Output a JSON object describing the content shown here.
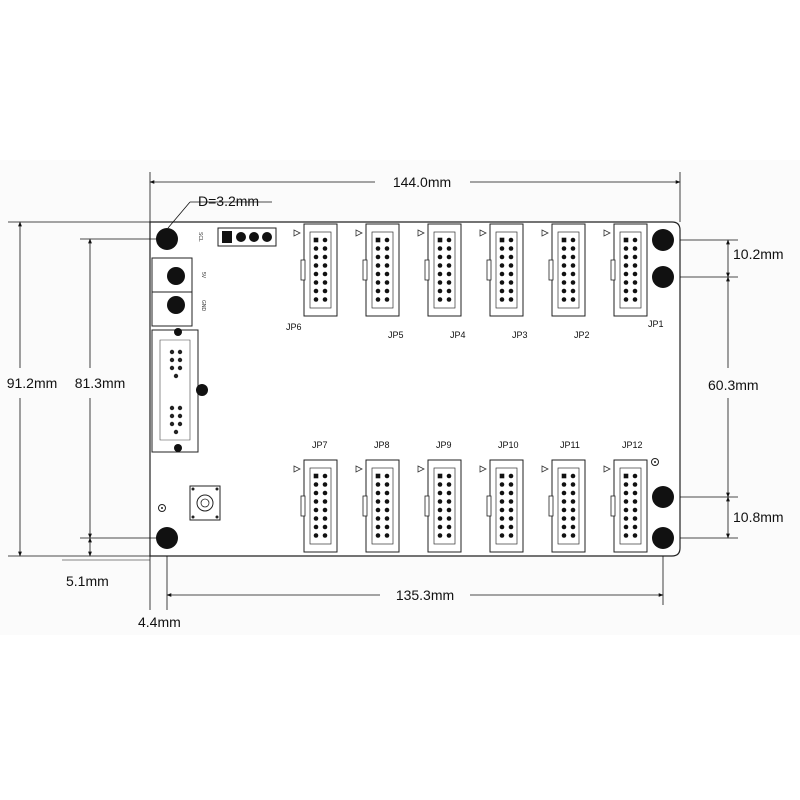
{
  "dimensions": {
    "width_total": "144.0mm",
    "hole_diameter": "D=3.2mm",
    "height_total": "91.2mm",
    "hole_vertical_span": "81.3mm",
    "right_top_gap": "10.2mm",
    "right_mid_span": "60.3mm",
    "right_bottom_gap": "10.8mm",
    "bottom_offset": "5.1mm",
    "left_offset": "4.4mm",
    "hole_horizontal_span": "135.3mm"
  },
  "connectors": {
    "top_row": [
      "JP6",
      "JP5",
      "JP4",
      "JP3",
      "JP2",
      "JP1"
    ],
    "bottom_row": [
      "JP7",
      "JP8",
      "JP9",
      "JP10",
      "JP11",
      "JP12"
    ]
  },
  "silkscreen": {
    "power_label": "5V",
    "gnd_label": "GND",
    "header_label": "SCL"
  }
}
